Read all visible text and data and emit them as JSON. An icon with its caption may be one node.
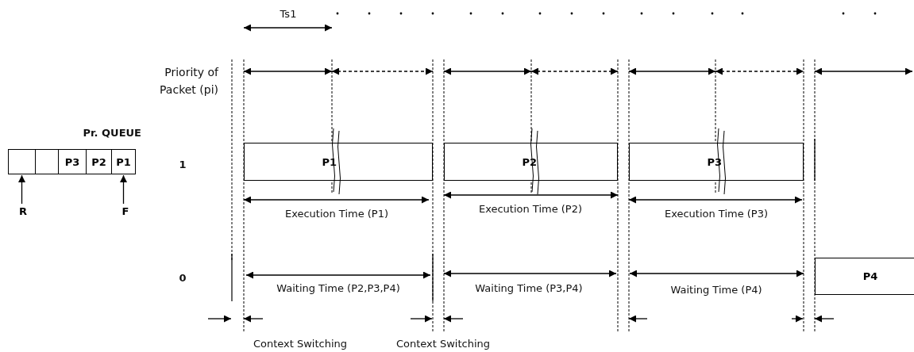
{
  "diagram": {
    "nodes": [
      {
        "text": [
          "Pr. QUEUE"
        ]
      },
      {
        "text": [],
        "shape": "box",
        "in": 0
      },
      {
        "text": [],
        "shape": "box",
        "in": 0
      },
      {
        "text": [
          "P3"
        ],
        "in": 0
      },
      {
        "text": [
          "P2"
        ],
        "in": 0
      },
      {
        "text": [
          "P1"
        ],
        "in": 0
      },
      {
        "text": [
          "R"
        ]
      },
      {
        "text": [
          "F"
        ]
      },
      {
        "text": [
          "P1"
        ]
      },
      {
        "text": [
          "P2"
        ]
      },
      {
        "text": [
          "P3"
        ]
      },
      {
        "text": [
          "P4"
        ]
      }
    ],
    "edges": [
      {
        "from": 6,
        "to": 1,
        "arrow": "to"
      },
      {
        "from": 7,
        "to": 5,
        "arrow": "to"
      }
    ],
    "labels": [
      "Ts1",
      "Priority of Packet (pi)",
      "1",
      "Execution Time (P1)",
      "Execution Time (P2)",
      "Execution Time (P3)",
      "0",
      "Waiting Time (P2,P3,P4)",
      "Waiting Time (P3,P4)",
      "Waiting Time (P4)",
      "Context Switching",
      "Context Switching"
    ]
  }
}
